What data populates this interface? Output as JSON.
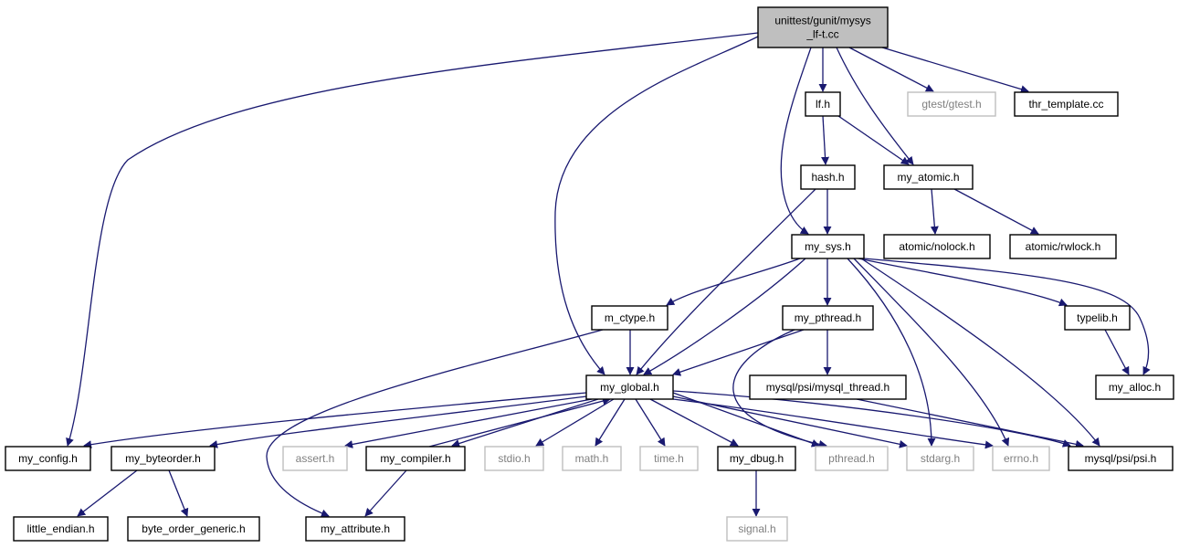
{
  "colors": {
    "edge": "#191970",
    "root_fill": "#bfbfbf",
    "node_stroke": "#000000",
    "missing_stroke": "#bfbfbf",
    "missing_text": "#808080"
  },
  "nodes": {
    "root": [
      "unittest/gunit/mysys",
      "_lf-t.cc"
    ],
    "lf": "lf.h",
    "gtest": "gtest/gtest.h",
    "thr_template": "thr_template.cc",
    "hash": "hash.h",
    "my_atomic": "my_atomic.h",
    "my_sys": "my_sys.h",
    "atomic_nolock": "atomic/nolock.h",
    "atomic_rwlock": "atomic/rwlock.h",
    "m_ctype": "m_ctype.h",
    "my_pthread": "my_pthread.h",
    "typelib": "typelib.h",
    "my_global": "my_global.h",
    "mysql_thread": "mysql/psi/mysql_thread.h",
    "my_alloc": "my_alloc.h",
    "my_config": "my_config.h",
    "my_byteorder": "my_byteorder.h",
    "assert": "assert.h",
    "my_compiler": "my_compiler.h",
    "stdio": "stdio.h",
    "math": "math.h",
    "time": "time.h",
    "my_dbug": "my_dbug.h",
    "pthread": "pthread.h",
    "stdarg": "stdarg.h",
    "errno": "errno.h",
    "psi": "mysql/psi/psi.h",
    "little_endian": "little_endian.h",
    "byte_order_generic": "byte_order_generic.h",
    "my_attribute": "my_attribute.h",
    "signal": "signal.h"
  },
  "edges": [
    [
      "root",
      "my_config"
    ],
    [
      "root",
      "my_global"
    ],
    [
      "root",
      "my_sys"
    ],
    [
      "root",
      "lf"
    ],
    [
      "root",
      "my_atomic"
    ],
    [
      "root",
      "gtest"
    ],
    [
      "root",
      "thr_template"
    ],
    [
      "lf",
      "hash"
    ],
    [
      "lf",
      "my_atomic"
    ],
    [
      "hash",
      "my_sys"
    ],
    [
      "hash",
      "my_global"
    ],
    [
      "my_atomic",
      "atomic_nolock"
    ],
    [
      "my_atomic",
      "atomic_rwlock"
    ],
    [
      "my_sys",
      "m_ctype"
    ],
    [
      "my_sys",
      "my_global"
    ],
    [
      "my_sys",
      "my_pthread"
    ],
    [
      "my_sys",
      "typelib"
    ],
    [
      "my_sys",
      "my_alloc"
    ],
    [
      "my_sys",
      "stdarg"
    ],
    [
      "my_sys",
      "errno"
    ],
    [
      "my_sys",
      "psi"
    ],
    [
      "m_ctype",
      "my_global"
    ],
    [
      "m_ctype",
      "my_attribute"
    ],
    [
      "my_pthread",
      "my_global"
    ],
    [
      "my_pthread",
      "mysql_thread"
    ],
    [
      "my_pthread",
      "pthread"
    ],
    [
      "typelib",
      "my_alloc"
    ],
    [
      "mysql_thread",
      "psi"
    ],
    [
      "my_global",
      "my_config"
    ],
    [
      "my_global",
      "my_byteorder"
    ],
    [
      "my_global",
      "assert"
    ],
    [
      "my_global",
      "my_compiler"
    ],
    [
      "my_global",
      "stdio"
    ],
    [
      "my_global",
      "math"
    ],
    [
      "my_global",
      "time"
    ],
    [
      "my_global",
      "my_dbug"
    ],
    [
      "my_global",
      "pthread"
    ],
    [
      "my_global",
      "stdarg"
    ],
    [
      "my_global",
      "errno"
    ],
    [
      "my_global",
      "psi"
    ],
    [
      "my_compiler",
      "my_global"
    ],
    [
      "my_compiler",
      "my_attribute"
    ],
    [
      "my_byteorder",
      "little_endian"
    ],
    [
      "my_byteorder",
      "byte_order_generic"
    ],
    [
      "my_dbug",
      "signal"
    ]
  ]
}
